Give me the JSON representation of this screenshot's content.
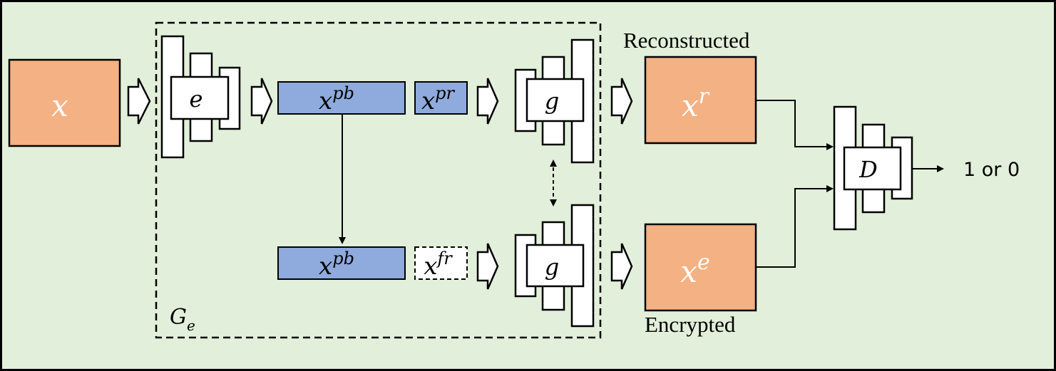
{
  "colors": {
    "background": "#e2efda",
    "image_box": "#f4b183",
    "latent_box": "#8faadc",
    "stroke": "#000000",
    "white": "#ffffff"
  },
  "labels": {
    "input": {
      "base": "x",
      "sup": ""
    },
    "encoder": {
      "base": "e",
      "sup": ""
    },
    "latent_top_pb": {
      "base": "x",
      "sup": "pb"
    },
    "latent_top_pr": {
      "base": "x",
      "sup": "pr"
    },
    "latent_bottom_pb": {
      "base": "x",
      "sup": "pb"
    },
    "latent_bottom_fr": {
      "base": "x",
      "sup": "fr"
    },
    "generator_top": {
      "base": "g",
      "sup": ""
    },
    "generator_bottom": {
      "base": "g",
      "sup": ""
    },
    "reconstructed_img": {
      "base": "x",
      "sup": "r"
    },
    "encrypted_img": {
      "base": "x",
      "sup": "e"
    },
    "discriminator": {
      "base": "D",
      "sup": ""
    },
    "group": {
      "base": "G",
      "sub": "e"
    }
  },
  "texts": {
    "reconstructed": "Reconstructed",
    "encrypted": "Encrypted",
    "output": "1 or 0"
  },
  "icons": {
    "flow_arrow": "hollow-block-arrow",
    "link_arrow": "arrow"
  }
}
